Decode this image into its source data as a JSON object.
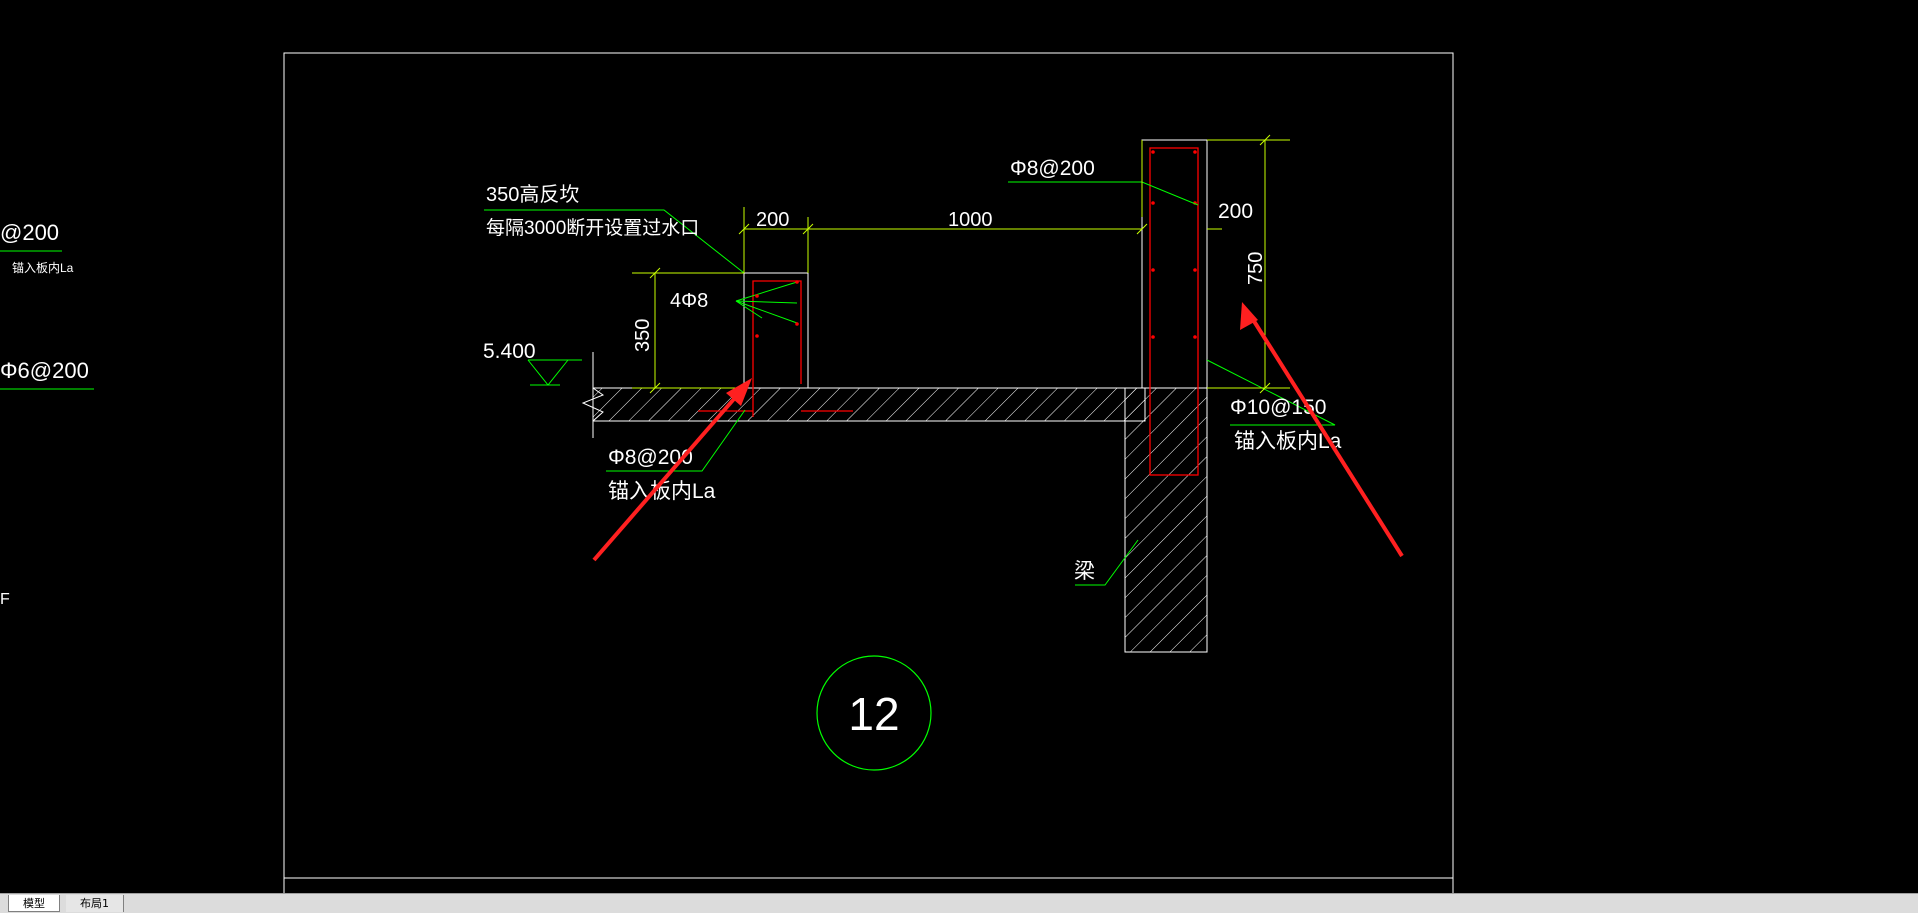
{
  "left_fragments": {
    "spacing_a": "@200",
    "anchor_small": "锚入板内La",
    "spacing_b": "Φ6@200",
    "edge_mark": "F"
  },
  "labels": {
    "curb_height": "350高反坎",
    "drain_note": "每隔3000断开设置过水口",
    "curb_bars": "4Φ8",
    "elevation": "5.400",
    "slab_bar": "Φ8@200",
    "slab_anchor": "锚入板内La",
    "wall_top_bar": "Φ8@200",
    "wall_bar": "Φ10@150",
    "wall_anchor": "锚入板内La",
    "beam": "梁"
  },
  "dimensions": {
    "curb_width": "200",
    "span": "1000",
    "curb_h": "350",
    "wall_width": "200",
    "wall_h": "750"
  },
  "detail_number": "12",
  "tabs": [
    {
      "label": "模型",
      "active": true
    },
    {
      "label": "布局1",
      "active": false
    }
  ],
  "colors": {
    "background": "#000000",
    "outline": "#ffffff",
    "leader": "#00ff00",
    "dimension": "#c8ff00",
    "rebar": "#ff0000",
    "arrow": "#ff2020"
  }
}
